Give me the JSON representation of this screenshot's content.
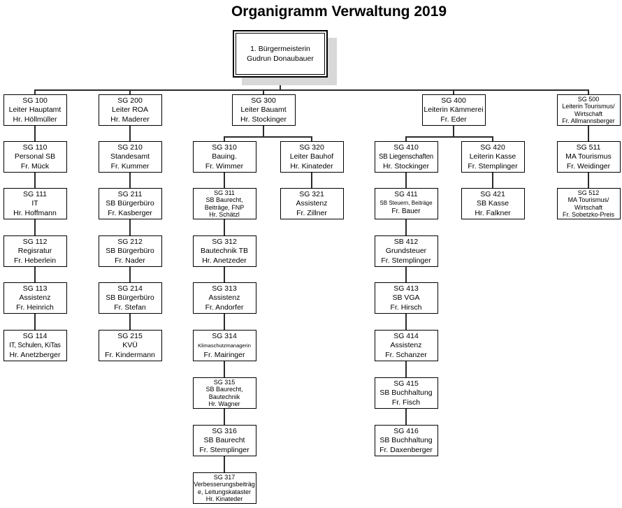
{
  "title": "Organigramm Verwaltung 2019",
  "root": {
    "lines": [
      "1. Bürgermeisterin",
      "Gudrun Donaubauer"
    ]
  },
  "nodes": [
    {
      "id": "sg100",
      "code": "SG 100",
      "role": "Leiter Hauptamt",
      "person": "Hr. Höllmüller",
      "parent": "root"
    },
    {
      "id": "sg110",
      "code": "SG 110",
      "role": "Personal SB",
      "person": "Fr. Mück",
      "parent": "sg100"
    },
    {
      "id": "sg111",
      "code": "SG 111",
      "role": "IT",
      "person": "Hr. Hoffmann",
      "parent": "sg110"
    },
    {
      "id": "sg112",
      "code": "SG 112",
      "role": "Regisratur",
      "person": "Fr. Heberlein",
      "parent": "sg111"
    },
    {
      "id": "sg113",
      "code": "SG 113",
      "role": "Assistenz",
      "person": "Fr. Heinrich",
      "parent": "sg112"
    },
    {
      "id": "sg114",
      "code": "SG 114",
      "role": "IT, Schulen, KiTas",
      "person": "Hr. Anetzberger",
      "parent": "sg113"
    },
    {
      "id": "sg200",
      "code": "SG 200",
      "role": "Leiter ROA",
      "person": "Hr. Maderer",
      "parent": "root"
    },
    {
      "id": "sg210",
      "code": "SG 210",
      "role": "Standesamt",
      "person": "Fr. Kummer",
      "parent": "sg200"
    },
    {
      "id": "sg211",
      "code": "SG 211",
      "role": "SB Bürgerbüro",
      "person": "Fr. Kasberger",
      "parent": "sg210"
    },
    {
      "id": "sg212",
      "code": "SG 212",
      "role": "SB Bürgerbüro",
      "person": "Fr. Nader",
      "parent": "sg211"
    },
    {
      "id": "sg214",
      "code": "SG 214",
      "role": "SB Bürgerbüro",
      "person": "Fr. Stefan",
      "parent": "sg212"
    },
    {
      "id": "sg215",
      "code": "SG 215",
      "role": "KVÜ",
      "person": "Fr. Kindermann",
      "parent": "sg214"
    },
    {
      "id": "sg300",
      "code": "SG 300",
      "role": "Leiter Bauamt",
      "person": "Hr. Stockinger",
      "parent": "root"
    },
    {
      "id": "sg310",
      "code": "SG 310",
      "role": "Bauing.",
      "person": "Fr. Wimmer",
      "parent": "sg300"
    },
    {
      "id": "sg311",
      "code": "SG 311",
      "role": "SB Baurecht, Beiträge, FNP",
      "person": "Hr. Schätzl",
      "parent": "sg310"
    },
    {
      "id": "sg312",
      "code": "SG 312",
      "role": "Bautechnik TB",
      "person": "Hr. Anetzeder",
      "parent": "sg311"
    },
    {
      "id": "sg313",
      "code": "SG 313",
      "role": "Assistenz",
      "person": "Fr. Andorfer",
      "parent": "sg312"
    },
    {
      "id": "sg314",
      "code": "SG 314",
      "role": "Klimaschutzmanagerin",
      "person": "Fr. Mairinger",
      "parent": "sg313"
    },
    {
      "id": "sg315",
      "code": "SG 315",
      "role": "SB Baurecht, Bautechnik",
      "person": "Hr. Wagner",
      "parent": "sg314"
    },
    {
      "id": "sg316",
      "code": "SG 316",
      "role": "SB Baurecht",
      "person": "Fr. Stemplinger",
      "parent": "sg315"
    },
    {
      "id": "sg317",
      "code": "SG 317",
      "role": "Verbesserungsbeiträge, Leitungskataster",
      "person": "Hr. Kinateder",
      "parent": "sg316"
    },
    {
      "id": "sg320",
      "code": "SG 320",
      "role": "Leiter Bauhof",
      "person": "Hr. Kinateder",
      "parent": "sg300"
    },
    {
      "id": "sg321",
      "code": "SG 321",
      "role": "Assistenz",
      "person": "Fr. Zillner",
      "parent": "sg320"
    },
    {
      "id": "sg400",
      "code": "SG 400",
      "role": "Leiterin Kämmerei",
      "person": "Fr. Eder",
      "parent": "root"
    },
    {
      "id": "sg410",
      "code": "SG 410",
      "role": "SB Liegenschaften",
      "person": "Hr. Stockinger",
      "parent": "sg400"
    },
    {
      "id": "sg411",
      "code": "SG 411",
      "role": "SB Steuern, Beiträge",
      "person": "Fr. Bauer",
      "parent": "sg410"
    },
    {
      "id": "sb412",
      "code": "SB 412",
      "role": "Grundsteuer",
      "person": "Fr. Stemplinger",
      "parent": "sg411"
    },
    {
      "id": "sg413",
      "code": "SG 413",
      "role": "SB VGA",
      "person": "Fr. Hirsch",
      "parent": "sb412"
    },
    {
      "id": "sg414",
      "code": "SG 414",
      "role": "Assistenz",
      "person": "Fr. Schanzer",
      "parent": "sg413"
    },
    {
      "id": "sg415",
      "code": "SG 415",
      "role": "SB Buchhaltung",
      "person": "Fr. Fisch",
      "parent": "sg414"
    },
    {
      "id": "sg416",
      "code": "SG 416",
      "role": "SB Buchhaltung",
      "person": "Fr. Daxenberger",
      "parent": "sg415"
    },
    {
      "id": "sg420",
      "code": "SG 420",
      "role": "Leiterin Kasse",
      "person": "Fr. Stemplinger",
      "parent": "sg400"
    },
    {
      "id": "sg421",
      "code": "SG 421",
      "role": "SB Kasse",
      "person": "Hr. Falkner",
      "parent": "sg420"
    },
    {
      "id": "sg500",
      "code": "SG 500",
      "role": "Leiterin Tourismus/ Wirtschaft",
      "person": "Fr. Allmannsberger",
      "parent": "root"
    },
    {
      "id": "sg511",
      "code": "SG 511",
      "role": "MA Tourismus",
      "person": "Fr. Weidinger",
      "parent": "sg500"
    },
    {
      "id": "sg512",
      "code": "SG 512",
      "role": "MA Tourismus/ Wirtschaft",
      "person": "Fr. Sobetzko-Preis",
      "parent": "sg511"
    }
  ]
}
